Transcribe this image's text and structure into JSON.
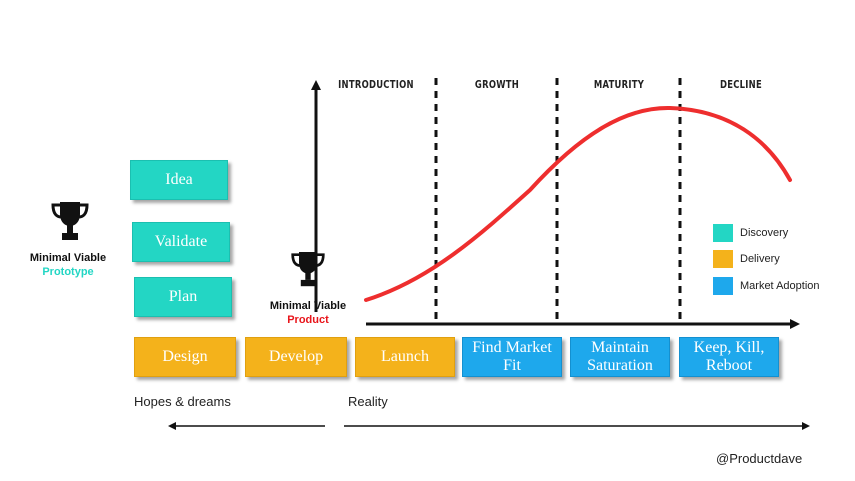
{
  "phases": [
    "INTRODUCTION",
    "GROWTH",
    "MATURITY",
    "DECLINE"
  ],
  "discovery_boxes": [
    "Idea",
    "Validate",
    "Plan"
  ],
  "delivery_boxes": [
    "Design",
    "Develop"
  ],
  "launch_box": "Launch",
  "adoption_boxes": [
    "Find Market Fit",
    "Maintain Saturation",
    "Keep, Kill, Reboot"
  ],
  "prototype_trophy": {
    "line1": "Minimal Viable",
    "line2": "Prototype",
    "line2_color": "#23d6c4"
  },
  "product_trophy": {
    "line1": "Minimal Viable",
    "line2": "Product",
    "line2_color": "#e8151b"
  },
  "legend": [
    {
      "label": "Discovery",
      "color": "#23d6c4"
    },
    {
      "label": "Delivery",
      "color": "#f4b21b"
    },
    {
      "label": "Market Adoption",
      "color": "#1ea8ec"
    }
  ],
  "footer": {
    "left": "Hopes & dreams",
    "right": "Reality"
  },
  "credit": "@Productdave",
  "colors": {
    "curve": "#ee2e2e",
    "axis": "#111111"
  }
}
